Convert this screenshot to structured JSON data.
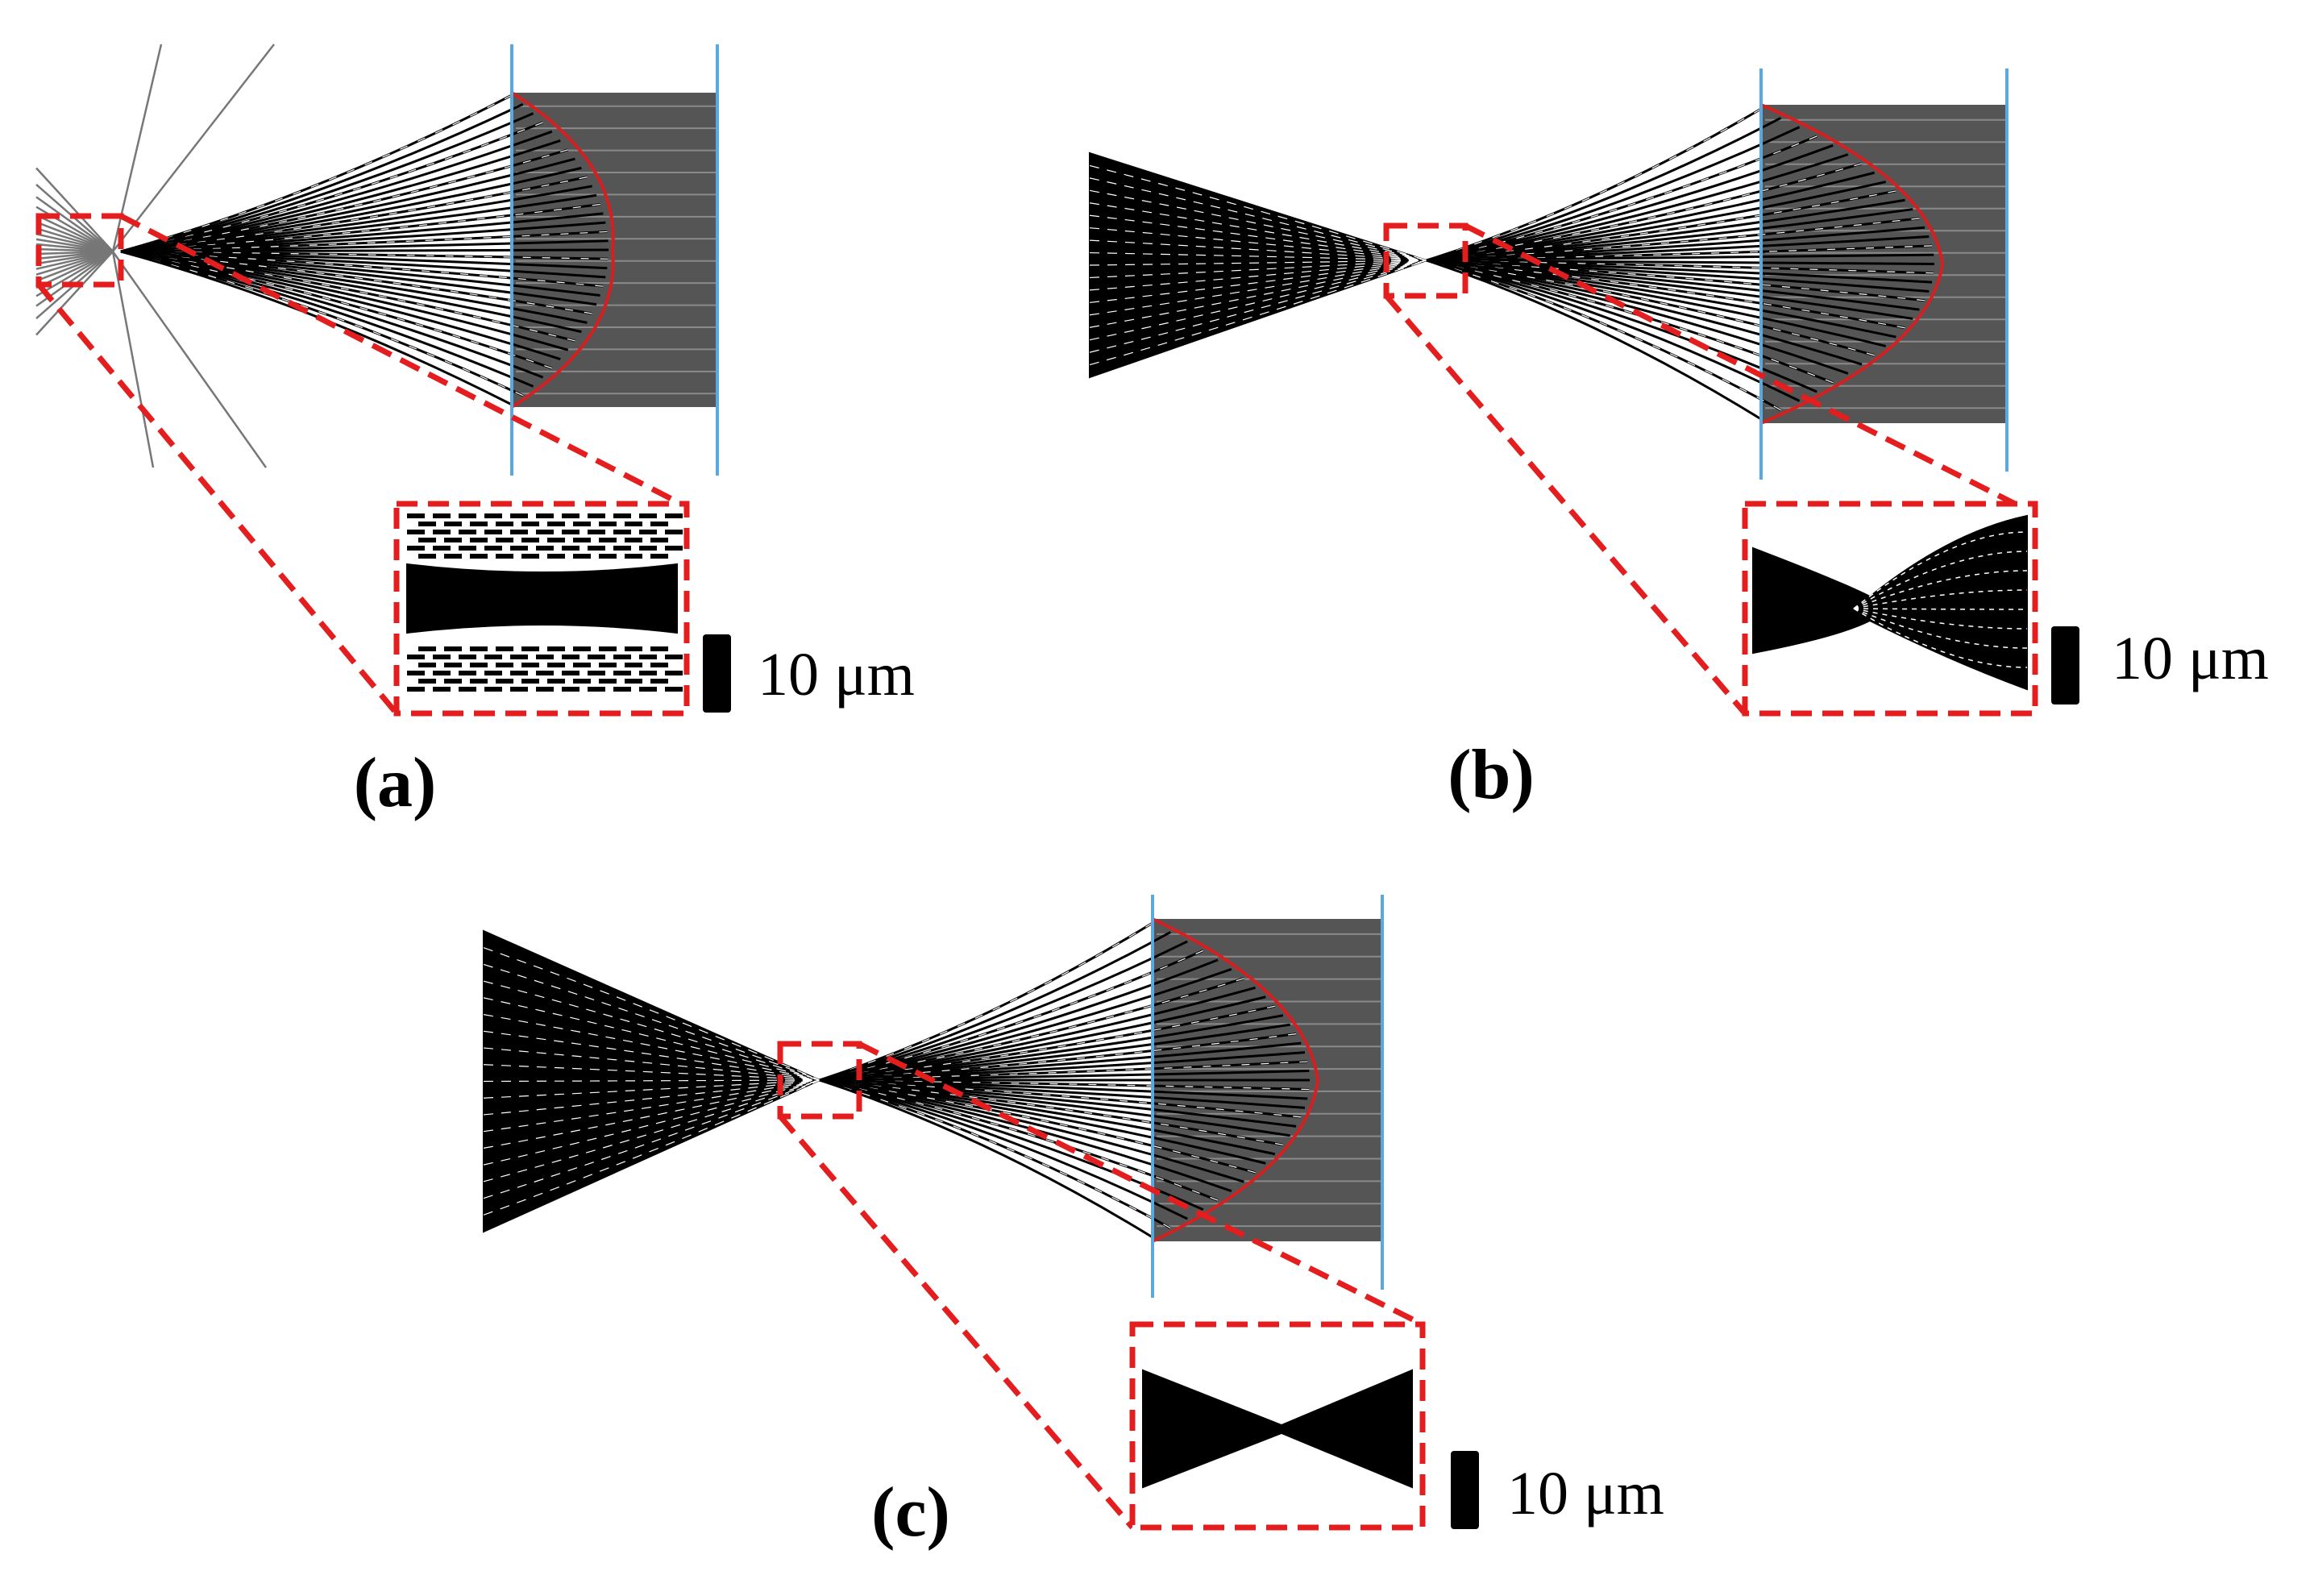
{
  "figure": {
    "panels": [
      {
        "id": "a",
        "label": "(a)",
        "scale_bar_text": "10 μm"
      },
      {
        "id": "b",
        "label": "(b)",
        "scale_bar_text": "10 μm"
      },
      {
        "id": "c",
        "label": "(c)",
        "scale_bar_text": "10 μm"
      }
    ],
    "colors": {
      "rays": "#000000",
      "collimated_beam": "#555555",
      "lens_surface": "#d42020",
      "plane_markers": "#5aa8e0",
      "zoom_box": "#e41e1e",
      "scale_bar": "#000000"
    }
  }
}
